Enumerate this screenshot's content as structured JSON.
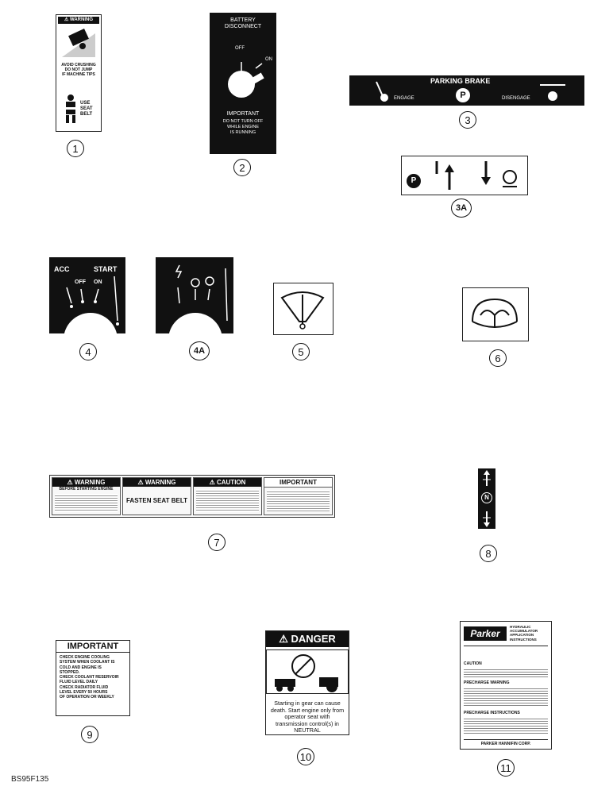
{
  "decals": {
    "d1": {
      "header": "WARNING",
      "avoid_text": "AVOID CRUSHING\nDO NOT JUMP\nIF MACHINE TIPS",
      "belt_text": "USE\nSEAT\nBELT",
      "callout": "1"
    },
    "d2": {
      "title": "BATTERY\nDISCONNECT",
      "off": "OFF",
      "on": "ON",
      "important": "IMPORTANT",
      "body": "DO NOT TURN OFF\nWHILE ENGINE\nIS RUNNING",
      "callout": "2"
    },
    "d3": {
      "title": "PARKING BRAKE",
      "engage": "ENGAGE",
      "p": "P",
      "disengage": "DISENGAGE",
      "callout": "3"
    },
    "d3a": {
      "p": "P",
      "callout": "3A"
    },
    "d4": {
      "acc": "ACC",
      "off": "OFF",
      "on": "ON",
      "start": "START",
      "callout": "4"
    },
    "d4a": {
      "callout": "4A"
    },
    "d5": {
      "callout": "5"
    },
    "d6": {
      "callout": "6"
    },
    "d7": {
      "warning1": "WARNING",
      "warning2": "WARNING",
      "fasten": "FASTEN SEAT BELT",
      "caution": "CAUTION",
      "important": "IMPORTANT",
      "before_start": "BEFORE STARTING ENGINE",
      "callout": "7"
    },
    "d8": {
      "n": "N",
      "callout": "8"
    },
    "d9": {
      "title": "IMPORTANT",
      "lines": [
        "CHECK ENGINE COOLING",
        "SYSTEM WHEN COOLANT IS",
        "COLD AND ENGINE IS",
        "STOPPED.",
        "CHECK COOLANT RESERVOIR",
        "FLUID LEVEL DAILY",
        "CHECK RADIATOR FLUID",
        "LEVEL EVERY 50 HOURS",
        "OF OPERATION OR WEEKLY"
      ],
      "callout": "9"
    },
    "d10": {
      "title": "DANGER",
      "body": "Starting in gear can cause death. Start engine only from operator seat with transmission control(s) in NEUTRAL",
      "callout": "10"
    },
    "d11": {
      "brand": "Parker",
      "subtitle": "HYDRAULIC\nACCUMULATOR\nAPPLICATION\nINSTRUCTIONS",
      "caution": "CAUTION",
      "warning": "PRECHARGE WARNING",
      "instructions": "PRECHARGE INSTRUCTIONS",
      "footer": "PARKER HANNIFIN CORP.",
      "callout": "11"
    }
  },
  "figure_id": "BS95F135"
}
